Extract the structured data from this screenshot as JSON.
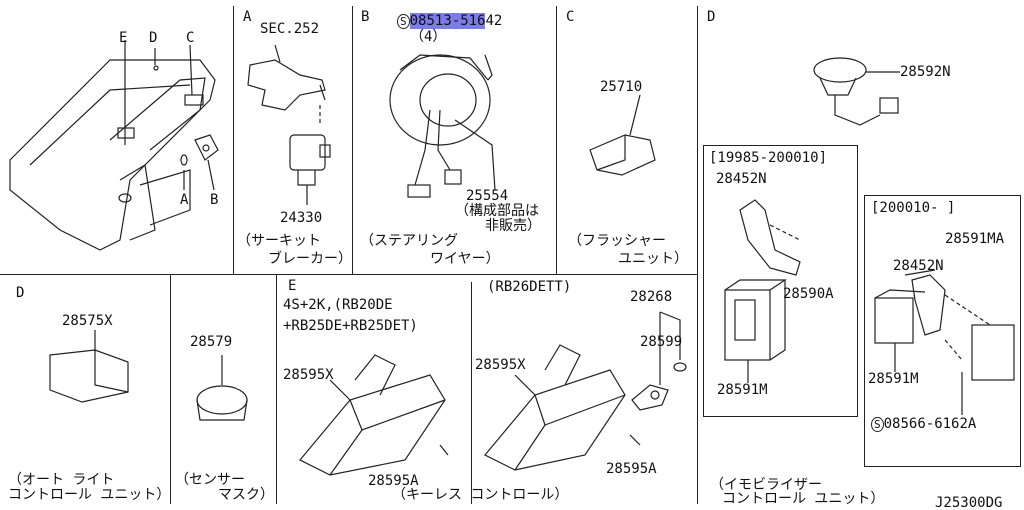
{
  "sections": {
    "A": {
      "letter": "A",
      "ref": "SEC.252",
      "part": "24330",
      "caption1": "（サーキット",
      "caption2": "ブレーカー）"
    },
    "B": {
      "letter": "B",
      "bolt_prefix": "S",
      "bolt_part_highlight": "08513-516",
      "bolt_part_rest": "42",
      "bolt_qty": "（4）",
      "part": "25554",
      "note1": "（構成部品は",
      "note2": "非販売）",
      "caption1": "（ステアリング",
      "caption2": "ワイヤー）"
    },
    "C": {
      "letter": "C",
      "part": "25710",
      "caption1": "（フラッシャー",
      "caption2": "ユニット）"
    },
    "D_top": {
      "letter": "D",
      "part_main": "28592N",
      "range1": "[19985-200010]",
      "r1_parts": [
        "28452N",
        "28590A",
        "28591M"
      ],
      "range2": "[200010-     ]",
      "r2_parts": [
        "28591MA",
        "28452N",
        "28591M"
      ],
      "r2_bolt_prefix": "S",
      "r2_bolt": "08566-6162A",
      "caption1": "（イモビライザー",
      "caption2": "コントロール ユニット）"
    },
    "D_bottom": {
      "letter": "D",
      "part": "28575X",
      "caption1": "（オート ライト",
      "caption2": "コントロール ユニット）"
    },
    "sensor": {
      "part": "28579",
      "caption1": "（センサー",
      "caption2": "マスク）"
    },
    "E": {
      "letter": "E",
      "models1": "4S+2K,(RB20DE",
      "models2": "+RB25DE+RB25DET)",
      "left_part": "28595X",
      "left_bolt": "28595A",
      "models_right": "(RB26DETT)",
      "right_part": "28595X",
      "right_bolt": "28595A",
      "key_part1": "28268",
      "key_part2": "28599",
      "caption": "（キーレス コントロール）"
    },
    "overview": {
      "labels": [
        "E",
        "D",
        "C",
        "A",
        "B"
      ]
    }
  },
  "diagram_code": "J25300DG"
}
